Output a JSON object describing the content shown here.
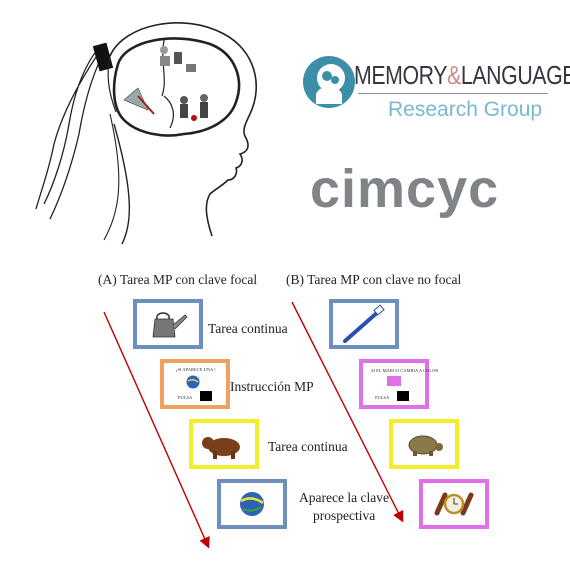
{
  "logo": {
    "name_part1": "MEMORY",
    "name_amp": "&",
    "name_part2": "LANGUAGE",
    "subtitle": "Research Group"
  },
  "cimcyc": "cimcyc",
  "panel_a": {
    "title": "(A) Tarea MP con clave focal",
    "steps": [
      {
        "label": "Tarea continua",
        "icon": "watering-can-icon",
        "border": "#6b8fbf"
      },
      {
        "label": "Instrucción MP",
        "icon": "blue-ball-icon",
        "border": "#f0a060",
        "instr_text": "¡SI APARECE UNA !",
        "press_text": "PULSA"
      },
      {
        "label": "Tarea continua",
        "icon": "bear-icon",
        "border": "#f2ee28"
      },
      {
        "label": "Aparece la clave",
        "label2": "prospectiva",
        "icon": "blue-ball-icon",
        "border": "#6b8fbf"
      }
    ]
  },
  "panel_b": {
    "title": "(B) Tarea MP con clave no focal",
    "steps": [
      {
        "icon": "toothbrush-icon",
        "border": "#6b8fbf"
      },
      {
        "icon": "magenta-square-icon",
        "border": "#e070e8",
        "instr_text": "SI EL MARCO CAMBIA A COLOR",
        "press_text": "PULSA"
      },
      {
        "icon": "tortoise-icon",
        "border": "#f2ee28"
      },
      {
        "icon": "wristwatch-icon",
        "border": "#e070e8"
      }
    ]
  },
  "colors": {
    "arrow": "#c00000",
    "blue": "#6b8fbf",
    "orange": "#f0a060",
    "yellow": "#f2ee28",
    "magenta": "#e070e8"
  }
}
